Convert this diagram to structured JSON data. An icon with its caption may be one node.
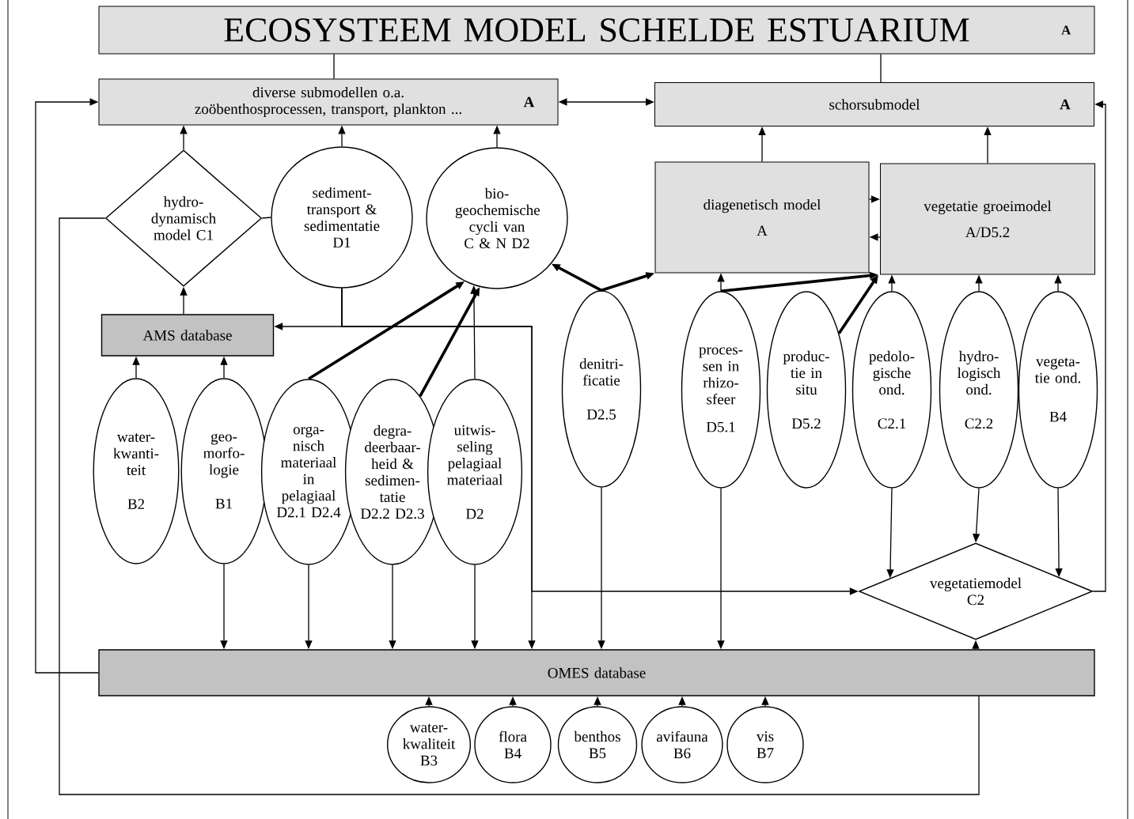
{
  "diagram": {
    "nodes": [
      {
        "text": [
          "ECOSYSTEEM MODEL SCHELDE ESTUARIUM",
          "A"
        ]
      },
      {
        "text": [
          "diverse submodellen o.a. zoöbenthosprocessen, transport, plankton ...",
          "A"
        ]
      },
      {
        "text": [
          "schorsubmodel",
          "A"
        ]
      },
      {
        "text": [
          "hydro- dynamisch model C1"
        ]
      },
      {
        "text": [
          "sediment- transport & sedimentatie D1"
        ]
      },
      {
        "text": [
          "bio- geochemische cycli van C & N D2"
        ]
      },
      {
        "text": [
          "diagenetisch model",
          "A"
        ]
      },
      {
        "text": [
          "vegetatie groeimodel",
          "A/D5.2"
        ]
      },
      {
        "text": [
          "AMS database"
        ]
      },
      {
        "text": [
          "water- kwanti- teit",
          "B2"
        ]
      },
      {
        "text": [
          "geo- morfo- logie",
          "B1"
        ]
      },
      {
        "text": [
          "orga- nisch materiaal in pelagiaal",
          "D2.1 D2.4"
        ]
      },
      {
        "text": [
          "degra- deerbaar- heid & sedimen- tatie",
          "D2.2 D2.3"
        ]
      },
      {
        "text": [
          "uitwis- seling pelagiaal materiaal",
          "D2"
        ]
      },
      {
        "text": [
          "denitri- ficatie",
          "D2.5"
        ]
      },
      {
        "text": [
          "proces- sen in rhizo- sfeer",
          "D5.1"
        ]
      },
      {
        "text": [
          "produc- tie in situ",
          "D5.2"
        ]
      },
      {
        "text": [
          "pedolo- gische ond.",
          "C2.1"
        ]
      },
      {
        "text": [
          "hydro- logisch ond.",
          "C2.2"
        ]
      },
      {
        "text": [
          "vegeta- tie ond.",
          "B4"
        ]
      },
      {
        "text": [
          "vegetatiemodel C2"
        ]
      },
      {
        "text": [
          "OMES database"
        ]
      },
      {
        "text": [
          "water- kwaliteit B3"
        ]
      },
      {
        "text": [
          "flora B4"
        ]
      },
      {
        "text": [
          "benthos B5"
        ]
      },
      {
        "text": [
          "avifauna B6"
        ]
      },
      {
        "text": [
          "vis B7"
        ]
      }
    ],
    "edges": [
      {
        "from": 0,
        "to": 1,
        "arrow": "none"
      },
      {
        "from": 0,
        "to": 2,
        "arrow": "none"
      },
      {
        "from": 1,
        "to": 2,
        "arrow": "both"
      },
      {
        "from": 3,
        "to": 1,
        "arrow": "to"
      },
      {
        "from": 4,
        "to": 1,
        "arrow": "to"
      },
      {
        "from": 5,
        "to": 1,
        "arrow": "to"
      },
      {
        "from": 6,
        "to": 2,
        "arrow": "to"
      },
      {
        "from": 7,
        "to": 2,
        "arrow": "to"
      },
      {
        "from": 6,
        "to": 7,
        "arrow": "to"
      },
      {
        "from": 7,
        "to": 6,
        "arrow": "to"
      },
      {
        "from": 8,
        "to": 3,
        "arrow": "to"
      },
      {
        "from": 9,
        "to": 8,
        "arrow": "to"
      },
      {
        "from": 10,
        "to": 8,
        "arrow": "to"
      },
      {
        "from": 11,
        "to": 5,
        "arrow": "to",
        "style": "thick"
      },
      {
        "from": 12,
        "to": 5,
        "arrow": "to",
        "style": "thick"
      },
      {
        "from": 13,
        "to": 5,
        "arrow": "to"
      },
      {
        "from": 14,
        "to": 5,
        "arrow": "to",
        "style": "thick"
      },
      {
        "from": 14,
        "to": 6,
        "arrow": "to",
        "style": "thick"
      },
      {
        "from": 15,
        "to": 6,
        "arrow": "to"
      },
      {
        "from": 15,
        "to": 7,
        "arrow": "to",
        "style": "thick"
      },
      {
        "from": 16,
        "to": 7,
        "arrow": "to",
        "style": "thick"
      },
      {
        "from": 17,
        "to": 7,
        "arrow": "to"
      },
      {
        "from": 18,
        "to": 7,
        "arrow": "to"
      },
      {
        "from": 19,
        "to": 7,
        "arrow": "to"
      },
      {
        "from": 17,
        "to": 20,
        "arrow": "to"
      },
      {
        "from": 18,
        "to": 20,
        "arrow": "to"
      },
      {
        "from": 19,
        "to": 20,
        "arrow": "to"
      },
      {
        "from": 20,
        "to": 2,
        "arrow": "to"
      },
      {
        "from": 21,
        "to": 20,
        "arrow": "to"
      },
      {
        "from": 10,
        "to": 21,
        "arrow": "to"
      },
      {
        "from": 11,
        "to": 21,
        "arrow": "to"
      },
      {
        "from": 12,
        "to": 21,
        "arrow": "to"
      },
      {
        "from": 13,
        "to": 21,
        "arrow": "to"
      },
      {
        "from": 14,
        "to": 21,
        "arrow": "to"
      },
      {
        "from": 15,
        "to": 21,
        "arrow": "to"
      },
      {
        "from": 22,
        "to": 21,
        "arrow": "to"
      },
      {
        "from": 23,
        "to": 21,
        "arrow": "to"
      },
      {
        "from": 24,
        "to": 21,
        "arrow": "to"
      },
      {
        "from": 25,
        "to": 21,
        "arrow": "to"
      },
      {
        "from": 26,
        "to": 21,
        "arrow": "to"
      },
      {
        "from": 21,
        "to": 1,
        "arrow": "to"
      },
      {
        "from": 4,
        "to": 8,
        "arrow": "to"
      },
      {
        "from": 4,
        "to": 21,
        "arrow": "to"
      },
      {
        "from": 4,
        "to": 20,
        "arrow": "to"
      },
      {
        "from": 3,
        "to": 4,
        "arrow": "none"
      },
      {
        "from": 3,
        "to": 21,
        "arrow": "none"
      }
    ]
  }
}
